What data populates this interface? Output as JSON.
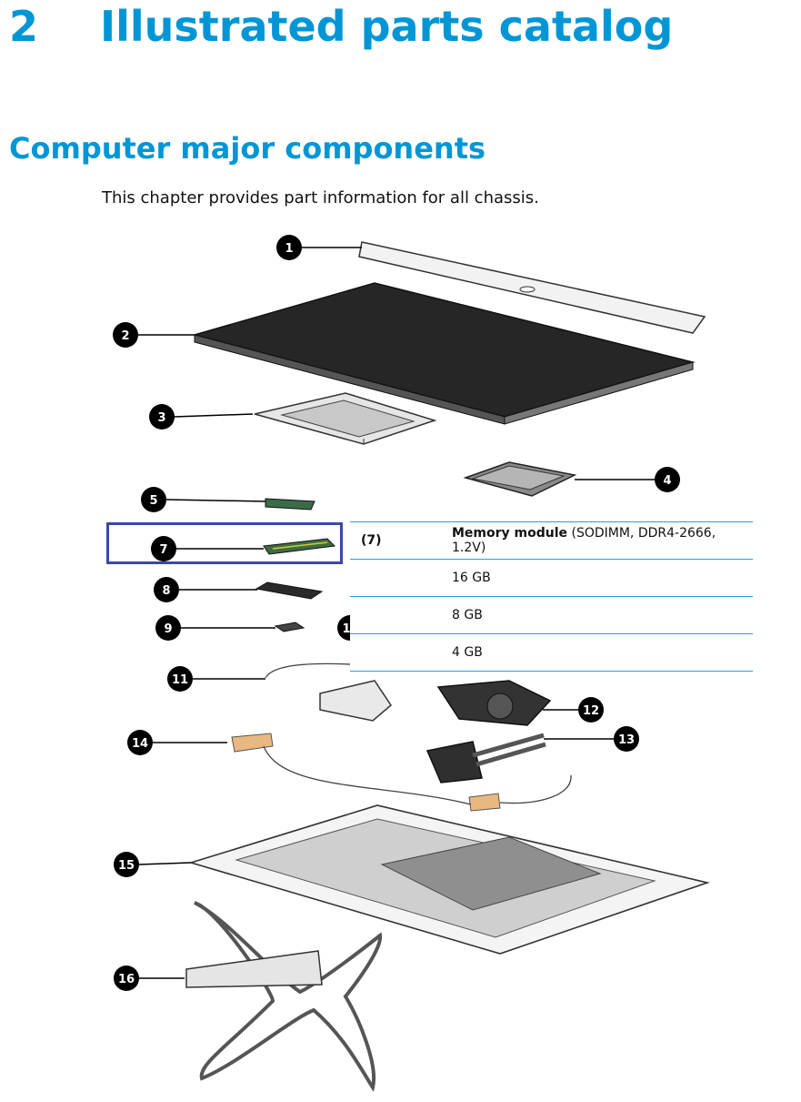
{
  "chapter": {
    "number": "2",
    "title": "Illustrated parts catalog"
  },
  "section": {
    "title": "Computer major components"
  },
  "intro": "This chapter provides part information for all chassis.",
  "callouts": [
    "1",
    "2",
    "3",
    "4",
    "5",
    "7",
    "8",
    "9",
    "11",
    "12",
    "13",
    "14",
    "15",
    "16"
  ],
  "partial_callout": "1",
  "table": {
    "header": {
      "item": "(7)",
      "name": "Memory module",
      "spec": " (SODIMM, DDR4-2666, 1.2V)"
    },
    "rows": [
      "16 GB",
      "8 GB",
      "4 GB"
    ]
  },
  "colors": {
    "heading": "#0096d6",
    "table_rule": "#27a0d8",
    "highlight_box": "#3b47a8"
  }
}
